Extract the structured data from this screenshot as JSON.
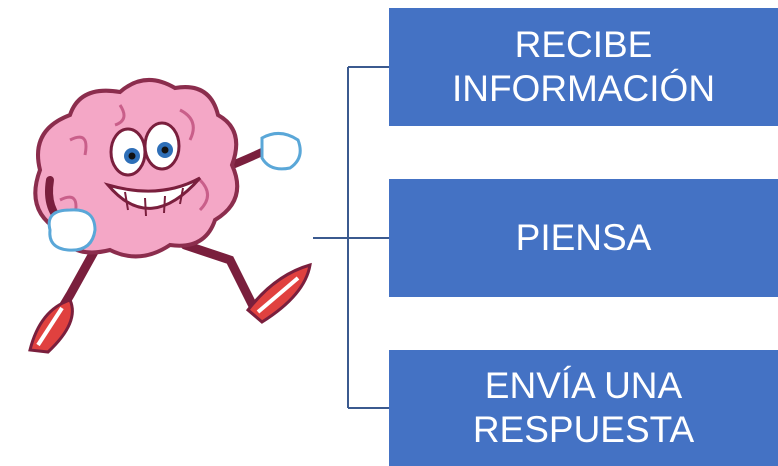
{
  "colors": {
    "box_fill": "#4472c4",
    "box_text": "#ffffff",
    "connector": "#3b5a8f",
    "brain": "#f4a7c6",
    "brain_outline": "#8b2d4d",
    "shoe": "#e0413f"
  },
  "illustration": {
    "name": "running-brain-cartoon"
  },
  "boxes": [
    {
      "lines": [
        "RECIBE",
        "INFORMACIÓN"
      ]
    },
    {
      "lines": [
        "PIENSA"
      ]
    },
    {
      "lines": [
        "ENVÍA UNA",
        "RESPUESTA"
      ]
    }
  ]
}
